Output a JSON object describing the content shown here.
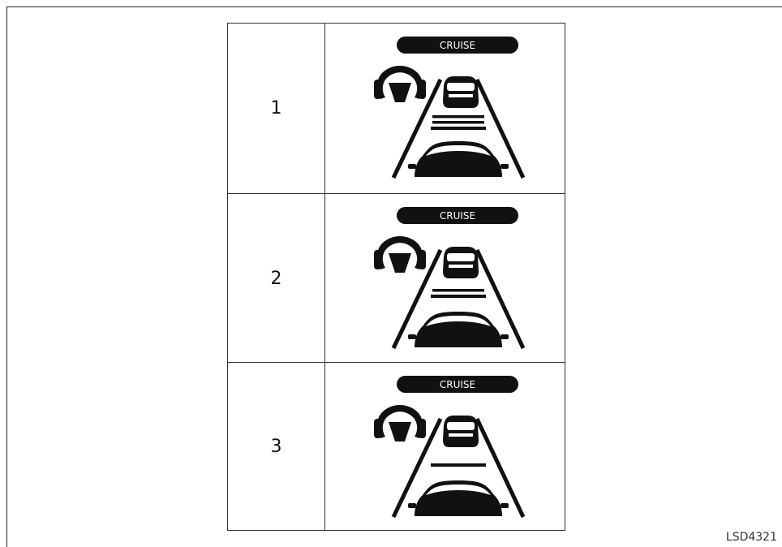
{
  "figure_code": "LSD4321",
  "rows": [
    {
      "number": "1",
      "badge": "CRUISE",
      "distance_bars": 3
    },
    {
      "number": "2",
      "badge": "CRUISE",
      "distance_bars": 2
    },
    {
      "number": "3",
      "badge": "CRUISE",
      "distance_bars": 1
    }
  ]
}
